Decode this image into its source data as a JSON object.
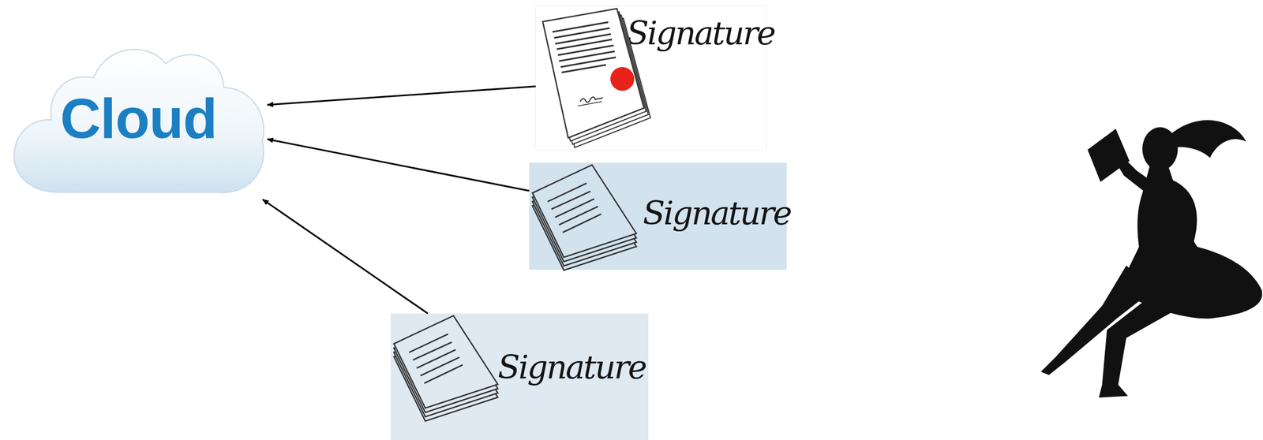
{
  "diagram": {
    "nodes": [
      {
        "text": [
          "Cloud"
        ]
      },
      {
        "text": [
          "Signature"
        ]
      },
      {
        "text": [
          "Signature"
        ]
      },
      {
        "text": [
          "Signature"
        ]
      }
    ],
    "edges": [
      {
        "from": 1,
        "to": 0,
        "arrow": "to"
      },
      {
        "from": 2,
        "to": 0,
        "arrow": "to"
      },
      {
        "from": 3,
        "to": 0,
        "arrow": "to"
      }
    ]
  }
}
